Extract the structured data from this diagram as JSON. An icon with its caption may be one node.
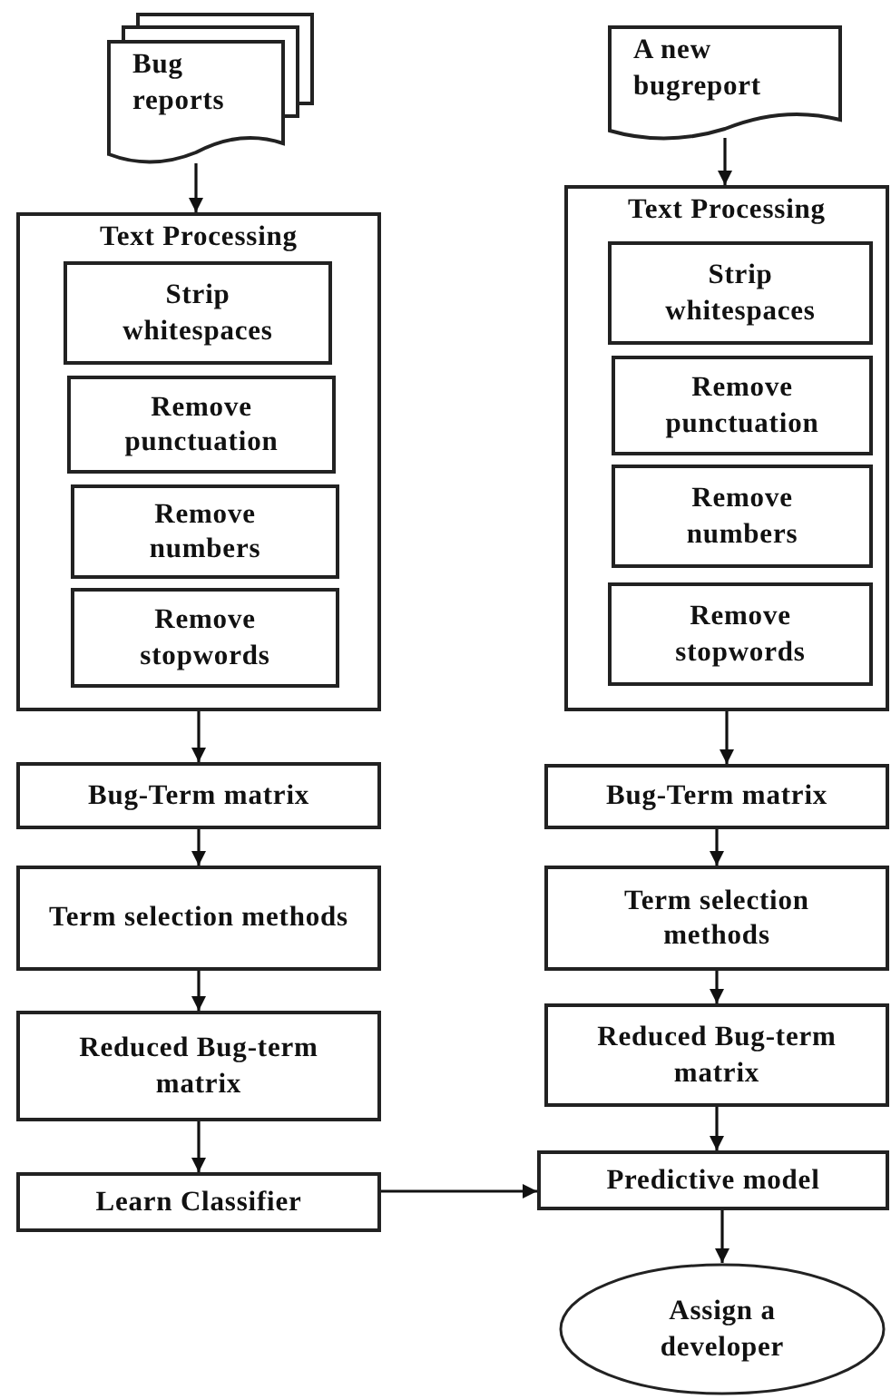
{
  "diagram": {
    "nodes": [
      {
        "text": [
          "Bug reports"
        ]
      },
      {
        "text": [
          "Text Processing"
        ]
      },
      {
        "text": [
          "Strip whitespaces"
        ],
        "in": 1
      },
      {
        "text": [
          "Remove punctuation"
        ],
        "in": 1
      },
      {
        "text": [
          "Remove numbers"
        ],
        "in": 1
      },
      {
        "text": [
          "Remove stopwords"
        ],
        "in": 1
      },
      {
        "text": [
          "Bug-Term matrix"
        ]
      },
      {
        "text": [
          "Term selection methods"
        ]
      },
      {
        "text": [
          "Reduced Bug-term matrix"
        ]
      },
      {
        "text": [
          "Learn Classifier"
        ]
      },
      {
        "text": [
          "A new bugreport"
        ]
      },
      {
        "text": [
          "Text Processing"
        ]
      },
      {
        "text": [
          "Strip whitespaces"
        ],
        "in": 11
      },
      {
        "text": [
          "Remove punctuation"
        ],
        "in": 11
      },
      {
        "text": [
          "Remove numbers"
        ],
        "in": 11
      },
      {
        "text": [
          "Remove stopwords"
        ],
        "in": 11
      },
      {
        "text": [
          "Bug-Term matrix"
        ]
      },
      {
        "text": [
          "Term selection methods"
        ]
      },
      {
        "text": [
          "Reduced Bug-term matrix"
        ]
      },
      {
        "text": [
          "Predictive model"
        ]
      },
      {
        "text": [
          "Assign a developer"
        ]
      }
    ],
    "edges": [
      {
        "from": 0,
        "to": 1,
        "arrow": "to"
      },
      {
        "from": 1,
        "to": 6,
        "arrow": "to"
      },
      {
        "from": 6,
        "to": 7,
        "arrow": "to"
      },
      {
        "from": 7,
        "to": 8,
        "arrow": "to"
      },
      {
        "from": 8,
        "to": 9,
        "arrow": "to"
      },
      {
        "from": 9,
        "to": 19,
        "arrow": "to"
      },
      {
        "from": 10,
        "to": 11,
        "arrow": "to"
      },
      {
        "from": 11,
        "to": 16,
        "arrow": "to"
      },
      {
        "from": 16,
        "to": 17,
        "arrow": "to"
      },
      {
        "from": 17,
        "to": 18,
        "arrow": "to"
      },
      {
        "from": 18,
        "to": 19,
        "arrow": "to"
      },
      {
        "from": 19,
        "to": 20,
        "arrow": "to"
      }
    ]
  }
}
